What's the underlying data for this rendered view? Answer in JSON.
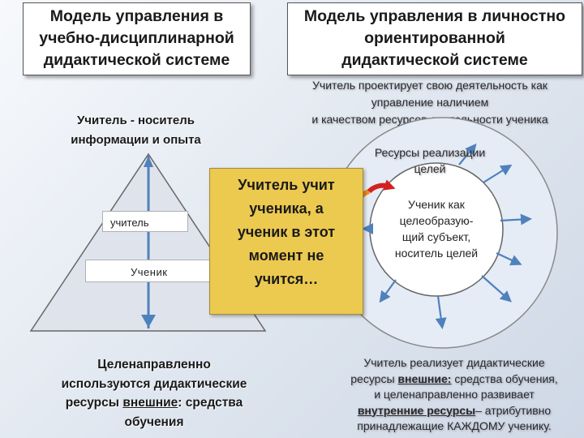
{
  "left_title": [
    "Модель управления в",
    "учебно-дисциплинарной",
    "дидактической системе"
  ],
  "right_title": [
    "Модель управления в личностно",
    "ориентированной",
    "дидактической системе"
  ],
  "right_top_note": [
    "Учитель проектирует свою деятельность как",
    "управление наличием",
    "и качеством ресурсов деятельности ученика"
  ],
  "teacher_label": [
    "Учитель -  носитель",
    "информации и опыта"
  ],
  "pyramid_levels": [
    "учитель",
    "Ученик"
  ],
  "center_text": [
    "Учитель учит",
    "ученика, а",
    "ученик в этот",
    "момент не",
    "учится…"
  ],
  "resources_label": [
    "Ресурсы реализации",
    "целей"
  ],
  "inner_circle_text": [
    "Ученик как",
    "целеобразую-",
    "щий субъект,",
    "носитель целей"
  ],
  "left_bottom": {
    "line1": "Целенаправленно",
    "line2": "используются дидактические",
    "line3_pre": "ресурсы ",
    "line3_u": "внешние",
    "line3_post": ":  средства",
    "line4": "обучения"
  },
  "right_bottom": {
    "line1": "Учитель  реализует дидактические",
    "line2_pre": "ресурсы ",
    "line2_u": "внешние:",
    "line2_post": " средства обучения,",
    "line3": "и целенаправленно развивает",
    "line4_u": "внутренние ресурсы",
    "line4_post": "– атрибутивно",
    "line5": "принадлежащие  КАЖДОМУ ученику."
  },
  "colors": {
    "arrow_blue": "#4f81bd",
    "center_fill": "#ecc94f",
    "orange_arc": "#f28c1a",
    "red_arc": "#d42020"
  },
  "icons": [
    "circular-arrow-icon",
    "arrow-down-icon",
    "arrow-up-icon"
  ]
}
